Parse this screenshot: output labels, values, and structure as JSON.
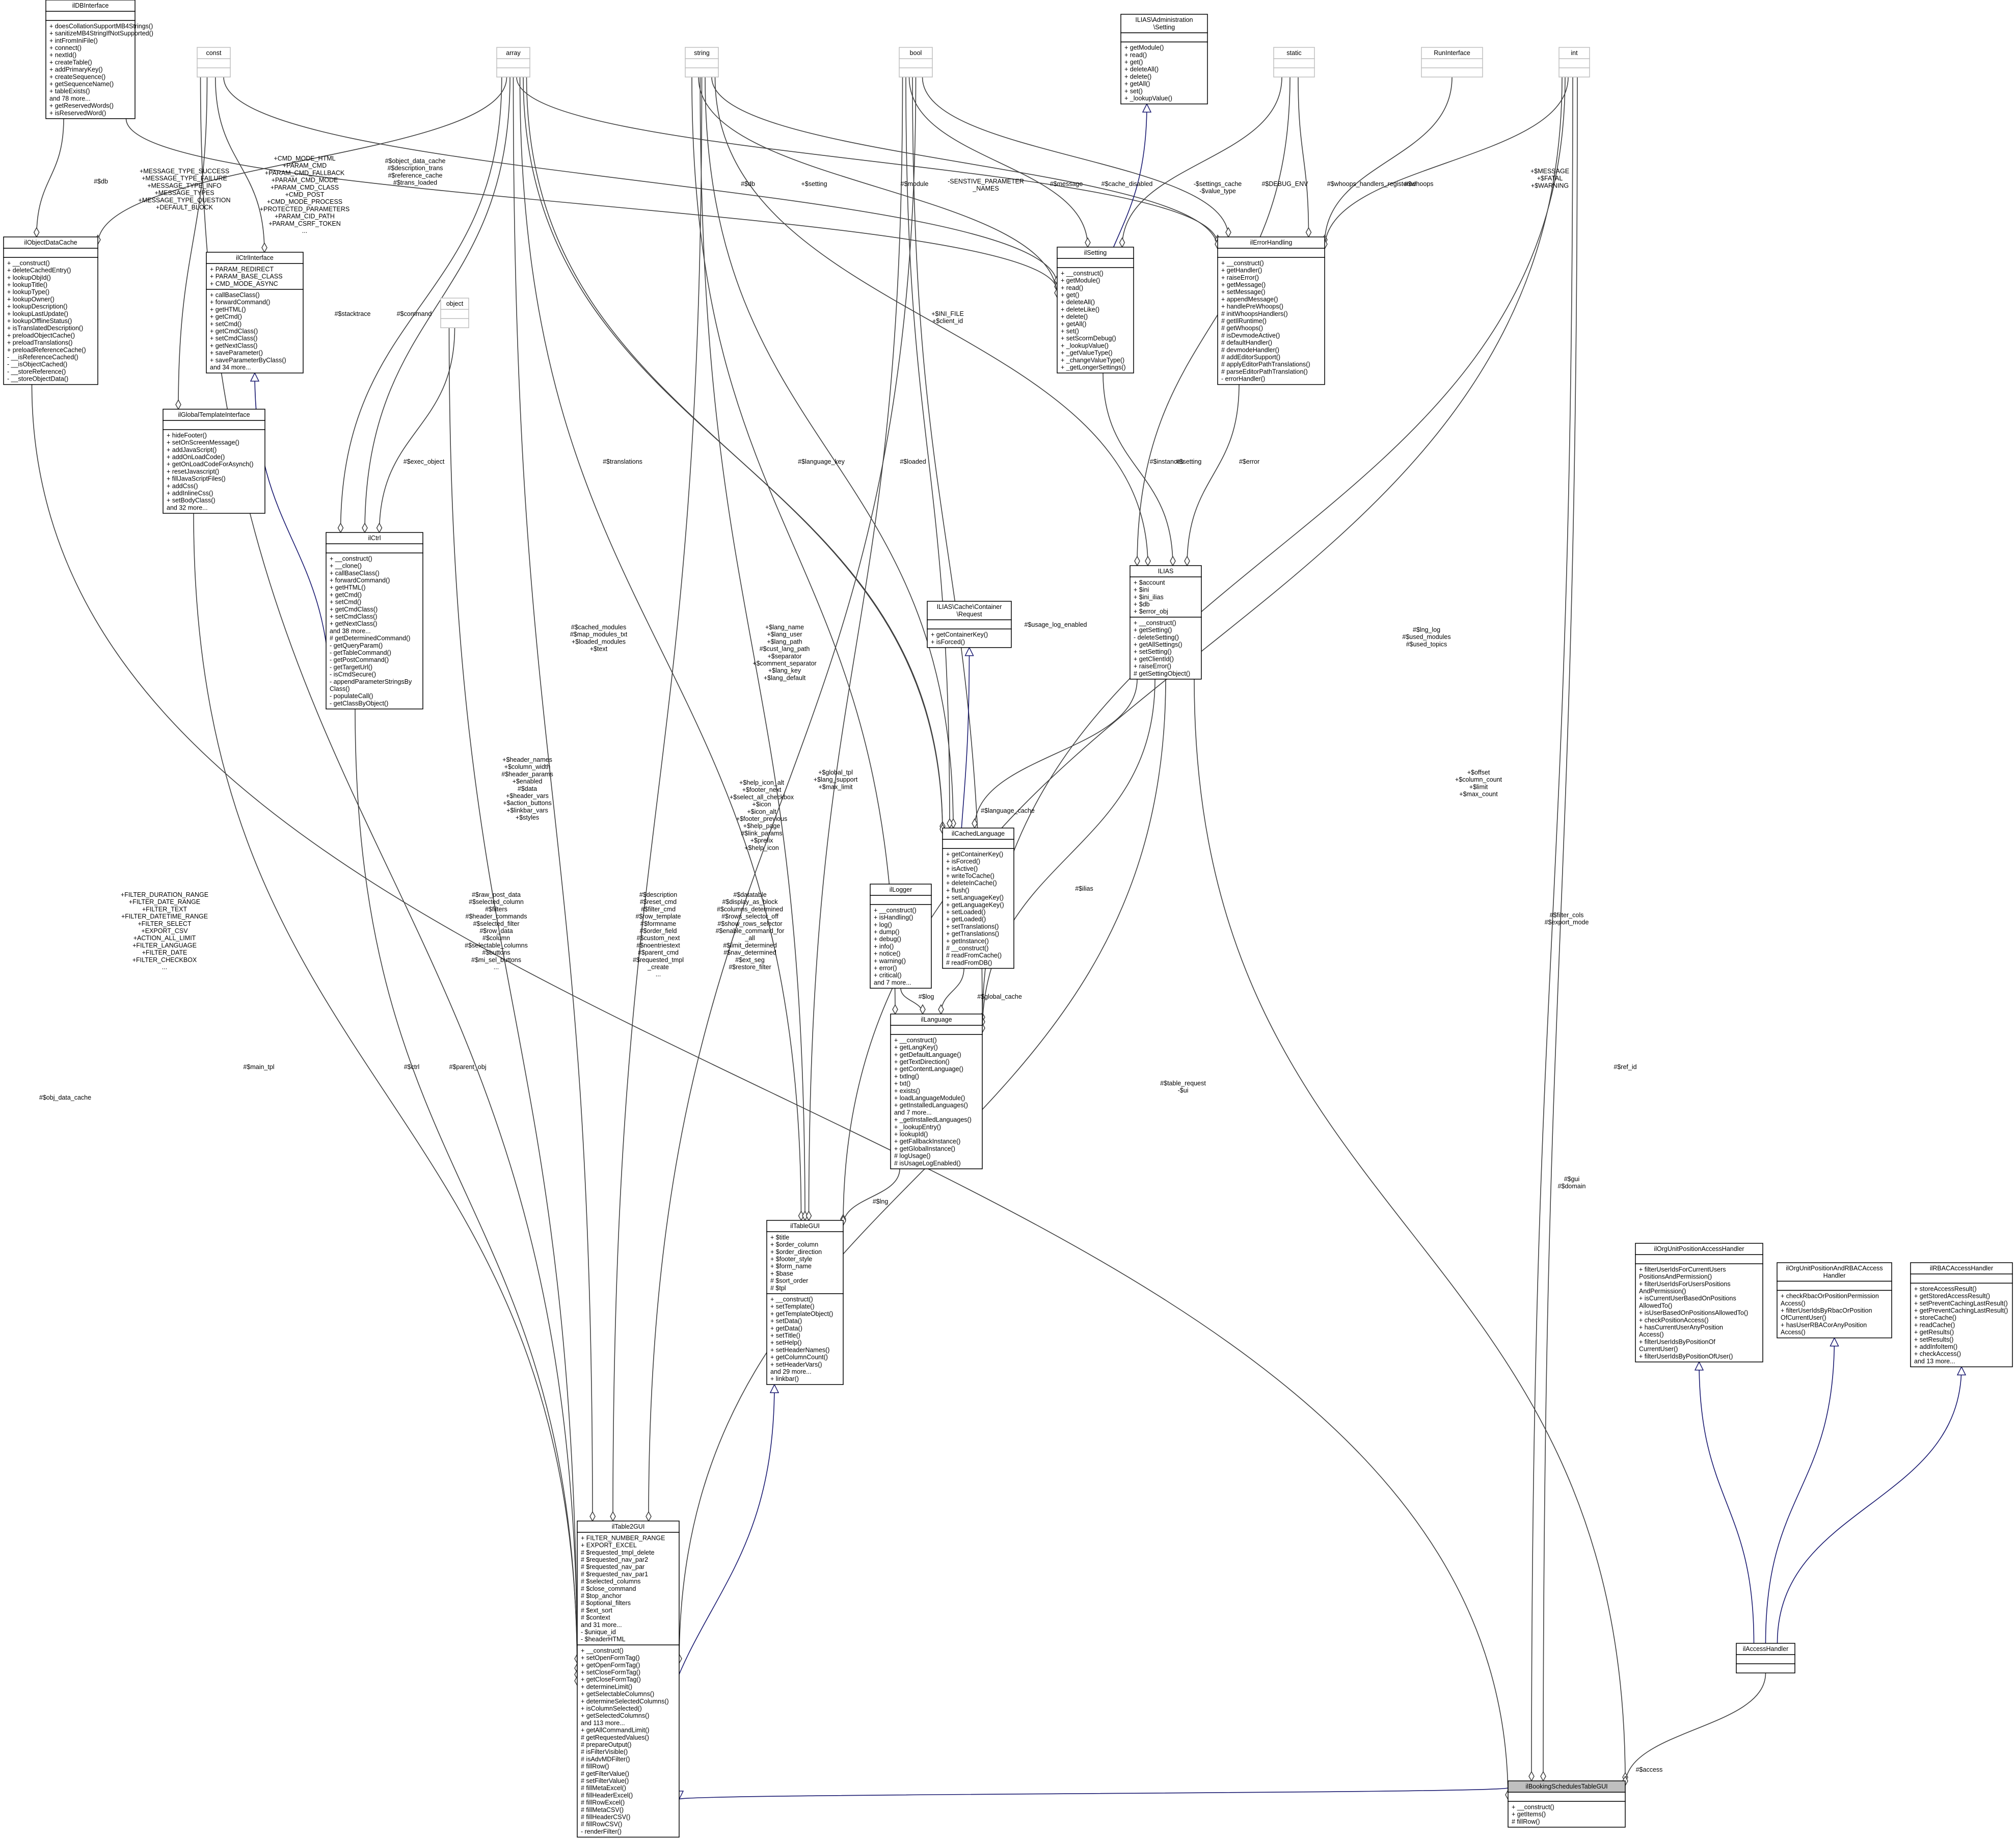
{
  "colors": {
    "node_border": "#000000",
    "ghost_border": "#bfbfbf",
    "association_edge": "#404040",
    "inheritance_edge": "#191970",
    "highlight_fill": "#bfbfbf"
  },
  "nodes": {
    "ilDBInterface": {
      "title": [
        "ilDBInterface"
      ],
      "attrs": [],
      "ops": [
        "+ doesCollationSupportMB4Strings()",
        "+ sanitizeMB4StringIfNotSupported()",
        "+ intFromIniFile()",
        "+ connect()",
        "+ nextId()",
        "+ createTable()",
        "+ addPrimaryKey()",
        "+ createSequence()",
        "+ getSequenceName()",
        "+ tableExists()",
        "and 78 more...",
        "+ getReservedWords()",
        "+ isReservedWord()"
      ]
    },
    "const": {
      "title": [
        "const"
      ],
      "attrs": [],
      "ops": []
    },
    "array": {
      "title": [
        "array"
      ],
      "attrs": [],
      "ops": []
    },
    "string": {
      "title": [
        "string"
      ],
      "attrs": [],
      "ops": []
    },
    "bool": {
      "title": [
        "bool"
      ],
      "attrs": [],
      "ops": []
    },
    "ILIASAdminSetting": {
      "title": [
        "ILIAS\\Administration",
        "\\Setting"
      ],
      "attrs": [],
      "ops": [
        "+ getModule()",
        "+ read()",
        "+ get()",
        "+ deleteAll()",
        "+ delete()",
        "+ getAll()",
        "+ set()",
        "+ _lookupValue()"
      ]
    },
    "static": {
      "title": [
        "static"
      ],
      "attrs": [],
      "ops": []
    },
    "RunInterface": {
      "title": [
        "RunInterface"
      ],
      "attrs": [],
      "ops": []
    },
    "int": {
      "title": [
        "int"
      ],
      "attrs": [],
      "ops": []
    },
    "ilObjectDataCache": {
      "title": [
        "ilObjectDataCache"
      ],
      "attrs": [],
      "ops": [
        "+ __construct()",
        "+ deleteCachedEntry()",
        "+ lookupObjId()",
        "+ lookupTitle()",
        "+ lookupType()",
        "+ lookupOwner()",
        "+ lookupDescription()",
        "+ lookupLastUpdate()",
        "+ lookupOfflineStatus()",
        "+ isTranslatedDescription()",
        "+ preloadObjectCache()",
        "+ preloadTranslations()",
        "+ preloadReferenceCache()",
        "- __isReferenceCached()",
        "- __isObjectCached()",
        "- __storeReference()",
        "- __storeObjectData()"
      ]
    },
    "ilCtrlInterface": {
      "title": [
        "ilCtrlInterface"
      ],
      "attrs": [
        "+ PARAM_REDIRECT",
        "+ PARAM_BASE_CLASS",
        "+ CMD_MODE_ASYNC"
      ],
      "ops": [
        "+ callBaseClass()",
        "+ forwardCommand()",
        "+ getHTML()",
        "+ getCmd()",
        "+ setCmd()",
        "+ getCmdClass()",
        "+ setCmdClass()",
        "+ getNextClass()",
        "+ saveParameter()",
        "+ saveParameterByClass()",
        "and 34 more..."
      ]
    },
    "object": {
      "title": [
        "object"
      ],
      "attrs": [],
      "ops": []
    },
    "ilSetting": {
      "title": [
        "ilSetting"
      ],
      "attrs": [],
      "ops": [
        "+ __construct()",
        "+ getModule()",
        "+ read()",
        "+ get()",
        "+ deleteAll()",
        "+ deleteLike()",
        "+ delete()",
        "+ getAll()",
        "+ set()",
        "+ setScormDebug()",
        "+ _lookupValue()",
        "+ _getValueType()",
        "+ _changeValueType()",
        "+ _getLongerSettings()"
      ]
    },
    "ilErrorHandling": {
      "title": [
        "ilErrorHandling"
      ],
      "attrs": [],
      "ops": [
        "+ __construct()",
        "+ getHandler()",
        "+ raiseError()",
        "+ getMessage()",
        "+ setMessage()",
        "+ appendMessage()",
        "+ handlePreWhoops()",
        "# initWhoopsHandlers()",
        "# getIlRuntime()",
        "# getWhoops()",
        "# isDevmodeActive()",
        "# defaultHandler()",
        "# devmodeHandler()",
        "# addEditorSupport()",
        "# applyEditorPathTranslations()",
        "# parseEditorPathTranslation()",
        "- errorHandler()"
      ]
    },
    "ilGlobalTemplateInterface": {
      "title": [
        "ilGlobalTemplateInterface"
      ],
      "attrs": [],
      "ops": [
        "+ hideFooter()",
        "+ setOnScreenMessage()",
        "+ addJavaScript()",
        "+ addOnLoadCode()",
        "+ getOnLoadCodeForAsynch()",
        "+ resetJavascript()",
        "+ fillJavaScriptFiles()",
        "+ addCss()",
        "+ addInlineCss()",
        "+ setBodyClass()",
        "and 32 more..."
      ]
    },
    "ilCtrl": {
      "title": [
        "ilCtrl"
      ],
      "attrs": [],
      "ops": [
        "+ __construct()",
        "+ __clone()",
        "+ callBaseClass()",
        "+ forwardCommand()",
        "+ getHTML()",
        "+ getCmd()",
        "+ setCmd()",
        "+ getCmdClass()",
        "+ setCmdClass()",
        "+ getNextClass()",
        "and 38 more...",
        "# getDeterminedCommand()",
        "- getQueryParam()",
        "- getTableCommand()",
        "- getPostCommand()",
        "- getTargetUrl()",
        "- isCmdSecure()",
        "- appendParameterStringsBy",
        "Class()",
        "- populateCall()",
        "- getClassByObject()"
      ]
    },
    "ILIAS": {
      "title": [
        "ILIAS"
      ],
      "attrs": [
        "+ $account",
        "+ $ini",
        "+ $ini_ilias",
        "+ $db",
        "+ $error_obj"
      ],
      "ops": [
        "+ __construct()",
        "+ getSetting()",
        "- deleteSetting()",
        "+ getAllSettings()",
        "+ setSetting()",
        "+ getClientId()",
        "+ raiseError()",
        "# getSettingObject()"
      ]
    },
    "ILIASCacheRequest": {
      "title": [
        "ILIAS\\Cache\\Container",
        "\\Request"
      ],
      "attrs": [],
      "ops": [
        "+ getContainerKey()",
        "+ isForced()"
      ]
    },
    "ilCachedLanguage": {
      "title": [
        "ilCachedLanguage"
      ],
      "attrs": [],
      "ops": [
        "+ getContainerKey()",
        "+ isForced()",
        "+ isActive()",
        "+ writeToCache()",
        "+ deleteInCache()",
        "+ flush()",
        "+ setLanguageKey()",
        "+ getLanguageKey()",
        "+ setLoaded()",
        "+ getLoaded()",
        "+ setTranslations()",
        "+ getTranslations()",
        "+ getInstance()",
        "# __construct()",
        "# readFromCache()",
        "# readFromDB()"
      ]
    },
    "ilLogger": {
      "title": [
        "ilLogger"
      ],
      "attrs": [],
      "ops": [
        "+ __construct()",
        "+ isHandling()",
        "+ log()",
        "+ dump()",
        "+ debug()",
        "+ info()",
        "+ notice()",
        "+ warning()",
        "+ error()",
        "+ critical()",
        "and 7 more..."
      ]
    },
    "ilLanguage": {
      "title": [
        "ilLanguage"
      ],
      "attrs": [],
      "ops": [
        "+ __construct()",
        "+ getLangKey()",
        "+ getDefaultLanguage()",
        "+ getTextDirection()",
        "+ getContentLanguage()",
        "+ txtlng()",
        "+ txt()",
        "+ exists()",
        "+ loadLanguageModule()",
        "+ getInstalledLanguages()",
        "and 7 more...",
        "+ _getInstalledLanguages()",
        "+ _lookupEntry()",
        "+ lookupId()",
        "+ getFallbackInstance()",
        "+ getGlobalInstance()",
        "# logUsage()",
        "# isUsageLogEnabled()"
      ]
    },
    "ilTableGUI": {
      "title": [
        "ilTableGUI"
      ],
      "attrs": [
        "+ $title",
        "+ $order_column",
        "+ $order_direction",
        "+ $footer_style",
        "+ $form_name",
        "+ $base",
        "# $sort_order",
        "# $tpl"
      ],
      "ops": [
        "+ __construct()",
        "+ setTemplate()",
        "+ getTemplateObject()",
        "+ setData()",
        "+ getData()",
        "+ setTitle()",
        "+ setHelp()",
        "+ setHeaderNames()",
        "+ getColumnCount()",
        "+ setHeaderVars()",
        "and 29 more...",
        "+ linkbar()"
      ]
    },
    "ilTable2GUI": {
      "title": [
        "ilTable2GUI"
      ],
      "attrs": [
        "+ FILTER_NUMBER_RANGE",
        "+ EXPORT_EXCEL",
        "# $requested_tmpl_delete",
        "# $requested_nav_par2",
        "# $requested_nav_par",
        "# $requested_nav_par1",
        "# $selected_columns",
        "# $close_command",
        "# $top_anchor",
        "# $optional_filters",
        "# $ext_sort",
        "# $context",
        "and 31 more...",
        "- $unique_id",
        "- $headerHTML"
      ],
      "ops": [
        "+ __construct()",
        "+ setOpenFormTag()",
        "+ getOpenFormTag()",
        "+ setCloseFormTag()",
        "+ getCloseFormTag()",
        "+ determineLimit()",
        "+ getSelectableColumns()",
        "+ determineSelectedColumns()",
        "+ isColumnSelected()",
        "+ getSelectedColumns()",
        "and 113 more...",
        "+ getAllCommandLimit()",
        "# getRequestedValues()",
        "# prepareOutput()",
        "# isFilterVisible()",
        "# isAdvMDFilter()",
        "# fillRow()",
        "# getFilterValue()",
        "# setFilterValue()",
        "# fillMetaExcel()",
        "# fillHeaderExcel()",
        "# fillRowExcel()",
        "# fillMetaCSV()",
        "# fillHeaderCSV()",
        "# fillRowCSV()",
        "- renderFilter()"
      ]
    },
    "ilOrgUnitPositionAccessHandler": {
      "title": [
        "ilOrgUnitPositionAccessHandler"
      ],
      "attrs": [],
      "ops": [
        "+ filterUserIdsForCurrentUsers",
        "PositionsAndPermission()",
        "+ filterUserIdsForUsersPositions",
        "AndPermission()",
        "+ isCurrentUserBasedOnPositions",
        "AllowedTo()",
        "+ isUserBasedOnPositionsAllowedTo()",
        "+ checkPositionAccess()",
        "+ hasCurrentUserAnyPosition",
        "Access()",
        "+ filterUserIdsByPositionOf",
        "CurrentUser()",
        "+ filterUserIdsByPositionOfUser()"
      ]
    },
    "ilOrgUnitPositionAndRBACAccessHandler": {
      "title": [
        "ilOrgUnitPositionAndRBACAccess",
        "Handler"
      ],
      "attrs": [],
      "ops": [
        "+ checkRbacOrPositionPermission",
        "Access()",
        "+ filterUserIdsByRbacOrPosition",
        "OfCurrentUser()",
        "+ hasUserRBACorAnyPosition",
        "Access()"
      ]
    },
    "ilRBACAccessHandler": {
      "title": [
        "ilRBACAccessHandler"
      ],
      "attrs": [],
      "ops": [
        "+ storeAccessResult()",
        "+ getStoredAccessResult()",
        "+ setPreventCachingLastResult()",
        "+ getPreventCachingLastResult()",
        "+ storeCache()",
        "+ readCache()",
        "+ getResults()",
        "+ setResults()",
        "+ addInfoItem()",
        "+ checkAccess()",
        "and 13 more..."
      ]
    },
    "ilAccessHandler": {
      "title": [
        "ilAccessHandler"
      ],
      "attrs": [],
      "ops": []
    },
    "ilBookingSchedulesTableGUI": {
      "title": [
        "ilBookingSchedulesTableGUI"
      ],
      "attrs": [],
      "ops": [
        "+ __construct()",
        "+ getItems()",
        "# fillRow()"
      ]
    }
  },
  "edge_labels": [
    [
      "#$db"
    ],
    [
      "+MESSAGE_TYPE_SUCCESS",
      "+MESSAGE_TYPE_FAILURE",
      "+MESSAGE_TYPE_INFO",
      "+MESSAGE_TYPES",
      "+MESSAGE_TYPE_QUESTION",
      "+DEFAULT_BLOCK"
    ],
    [
      "+CMD_MODE_HTML",
      "+PARAM_CMD",
      "+PARAM_CMD_FALLBACK",
      "+PARAM_CMD_MODE",
      "+PARAM_CMD_CLASS",
      "+CMD_POST",
      "+CMD_MODE_PROCESS",
      "+PROTECTED_PARAMETERS",
      "+PARAM_CID_PATH",
      "+PARAM_CSRF_TOKEN",
      "..."
    ],
    [
      "#$object_data_cache",
      "#$description_trans",
      "#$reference_cache",
      "#$trans_loaded"
    ],
    [
      "+$setting"
    ],
    [
      "#$db"
    ],
    [
      "#$module"
    ],
    [
      "-SENSTIVE_PARAMETER",
      "_NAMES"
    ],
    [
      "#$message"
    ],
    [
      "#$cache_disabled"
    ],
    [
      "-$settings_cache",
      "-$value_type"
    ],
    [
      "#$DEBUG_ENV"
    ],
    [
      "#$whoops_handlers_registered"
    ],
    [
      "#$whoops"
    ],
    [
      "+$MESSAGE",
      "+$FATAL",
      "+$WARNING"
    ],
    [
      "#$stacktrace"
    ],
    [
      "#$command"
    ],
    [
      "#$exec_object"
    ],
    [
      "+$INI_FILE",
      "+$client_id"
    ],
    [
      "#$translations"
    ],
    [
      "#$language_key"
    ],
    [
      "#$loaded"
    ],
    [
      "#$instances"
    ],
    [
      "#$setting"
    ],
    [
      "#$error"
    ],
    [
      "#$usage_log_enabled"
    ],
    [
      "+$lang_name",
      "+$lang_user",
      "+$lang_path",
      "#$cust_lang_path",
      "+$separator",
      "+$comment_separator",
      "+$lang_key",
      "+$lang_default"
    ],
    [
      "#$cached_modules",
      "#$map_modules_txt",
      "+$loaded_modules",
      "+$text"
    ],
    [
      "#$language_cache"
    ],
    [
      "#$lng_log",
      "#$used_modules",
      "#$used_topics"
    ],
    [
      "+$header_names",
      "+$column_width",
      "#$header_params",
      "+$enabled",
      "#$data",
      "+$header_vars",
      "+$action_buttons",
      "+$linkbar_vars",
      "+$styles"
    ],
    [
      "+$help_icon_alt",
      "+$footer_next",
      "+$select_all_checkbox",
      "+$icon",
      "+$icon_alt",
      "+$footer_previous",
      "+$help_page",
      "#$link_params",
      "+$prefix",
      "+$help_icon"
    ],
    [
      "+$global_tpl",
      "+$lang_support",
      "+$max_limit"
    ],
    [
      "+$offset",
      "+$column_count",
      "+$limit",
      "+$max_count"
    ],
    [
      "#$ilias"
    ],
    [
      "#$log"
    ],
    [
      "#$global_cache"
    ],
    [
      "+FILTER_DURATION_RANGE",
      "+FILTER_DATE_RANGE",
      "+FILTER_TEXT",
      "+FILTER_DATETIME_RANGE",
      "+FILTER_SELECT",
      "+EXPORT_CSV",
      "+ACTION_ALL_LIMIT",
      "+FILTER_LANGUAGE",
      "+FILTER_DATE",
      "+FILTER_CHECKBOX",
      "..."
    ],
    [
      "#$raw_post_data",
      "#$selected_column",
      "#$filters",
      "#$header_commands",
      "#$selected_filter",
      "#$row_data",
      "#$column",
      "#$selectable_columns",
      "#$buttons",
      "#$mi_sel_buttons",
      "..."
    ],
    [
      "#$description",
      "#$reset_cmd",
      "#$filter_cmd",
      "#$row_template",
      "#$formname",
      "#$order_field",
      "#$custom_next",
      "#$noentriestext",
      "#$parent_cmd",
      "#$requested_tmpl",
      "_create",
      "..."
    ],
    [
      "#$datatable",
      "#$display_as_block",
      "#$columns_determined",
      "#$rows_selector_off",
      "#$show_rows_selector",
      "#$enable_command_for",
      "_all",
      "#$limit_determined",
      "#$nav_determined",
      "#$ext_seg",
      "#$restore_filter"
    ],
    [
      "#$filter_cols",
      "#$export_mode"
    ],
    [
      "#$table_request",
      "-$ui"
    ],
    [
      "#$main_tpl"
    ],
    [
      "#$ctrl"
    ],
    [
      "#$parent_obj"
    ],
    [
      "#$lng"
    ],
    [
      "#$obj_data_cache"
    ],
    [
      "#$gui",
      "#$domain"
    ],
    [
      "#$ref_id"
    ],
    [
      "#$access"
    ]
  ]
}
